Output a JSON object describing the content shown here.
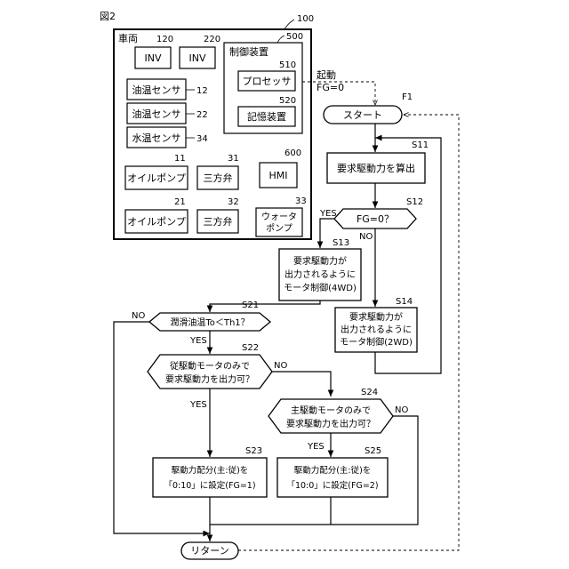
{
  "figure": {
    "label": "図2"
  },
  "vehicle": {
    "title": "車両",
    "ref": "100",
    "inv1": {
      "label": "INV",
      "ref": "120"
    },
    "inv2": {
      "label": "INV",
      "ref": "220"
    },
    "sensor1": {
      "label": "油温センサ",
      "ref": "12"
    },
    "sensor2": {
      "label": "油温センサ",
      "ref": "22"
    },
    "sensor3": {
      "label": "水温センサ",
      "ref": "34"
    },
    "pump1": {
      "label": "オイルポンプ",
      "ref": "11"
    },
    "pump2": {
      "label": "オイルポンプ",
      "ref": "21"
    },
    "valve1": {
      "label": "三方弁",
      "ref": "31"
    },
    "valve2": {
      "label": "三方弁",
      "ref": "32"
    },
    "hmi": {
      "label": "HMI",
      "ref": "600"
    },
    "water_pump": {
      "line1": "ウォータ",
      "line2": "ポンプ",
      "ref": "33"
    },
    "controller": {
      "title": "制御装置",
      "ref": "500",
      "processor": {
        "label": "プロセッサ",
        "ref": "510"
      },
      "memory": {
        "label": "記憶装置",
        "ref": "520"
      }
    }
  },
  "flow": {
    "start_note": {
      "line1": "起動",
      "line2": "FG=0"
    },
    "start": {
      "label": "スタート",
      "ref": "F1"
    },
    "s11": {
      "label": "要求駆動力を算出",
      "ref": "S11"
    },
    "s12": {
      "label": "FG=0？",
      "ref": "S12"
    },
    "s13": {
      "line1": "要求駆動力が",
      "line2": "出力されるように",
      "line3": "モータ制御(4WD)",
      "ref": "S13"
    },
    "s14": {
      "line1": "要求駆動力が",
      "line2": "出力されるように",
      "line3": "モータ制御(2WD)",
      "ref": "S14"
    },
    "s21": {
      "label": "潤滑油温To＜Th1？",
      "ref": "S21"
    },
    "s22": {
      "line1": "従駆動モータのみで",
      "line2": "要求駆動力を出力可？",
      "ref": "S22"
    },
    "s23": {
      "line1": "駆動力配分(主:従)を",
      "line2": "「0:10」に設定(FG=1)",
      "ref": "S23"
    },
    "s24": {
      "line1": "主駆動モータのみで",
      "line2": "要求駆動力を出力可？",
      "ref": "S24"
    },
    "s25": {
      "line1": "駆動力配分(主:従)を",
      "line2": "「10:0」に設定(FG=2)",
      "ref": "S25"
    },
    "return": {
      "label": "リターン"
    },
    "yes": "YES",
    "no": "NO"
  }
}
